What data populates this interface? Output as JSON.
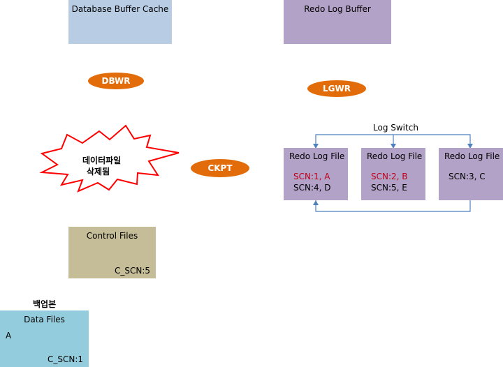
{
  "buffer_cache": {
    "title": "Database Buffer Cache",
    "color": "#b8cce4"
  },
  "redo_buffer": {
    "title": "Redo Log Buffer",
    "color": "#b3a2c7"
  },
  "processes": {
    "dbwr": "DBWR",
    "lgwr": "LGWR",
    "ckpt": "CKPT",
    "color": "#e36c0a"
  },
  "burst": {
    "line1": "데이터파일",
    "line2": "삭제됨",
    "stroke": "#ff0000"
  },
  "log_switch": {
    "label": "Log Switch",
    "arrow_color": "#4f81bd"
  },
  "redo_files": [
    {
      "title": "Redo Log File",
      "line1": "SCN:1, A",
      "line2": "SCN:4, D"
    },
    {
      "title": "Redo Log File",
      "line1": "SCN:2, B",
      "line2": "SCN:5, E"
    },
    {
      "title": "Redo Log File",
      "line1": "SCN:3, C",
      "line2": ""
    }
  ],
  "control_files": {
    "title": "Control Files",
    "scn": "C_SCN:5",
    "color": "#c4bd97"
  },
  "backup": {
    "label": "백업본"
  },
  "data_files": {
    "title": "Data Files",
    "content": "A",
    "scn": "C_SCN:1",
    "color": "#93cddd"
  }
}
